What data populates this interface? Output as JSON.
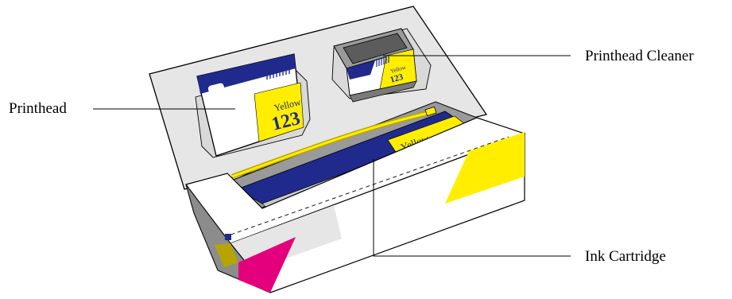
{
  "labels": {
    "printhead": "Printhead",
    "printhead_cleaner": "Printhead Cleaner",
    "ink_cartridge": "Ink Cartridge"
  },
  "printhead_card": {
    "color_word": "Yellow",
    "model_number": "123"
  },
  "cleaner_card": {
    "color_word": "Yellow",
    "model_number": "123"
  },
  "cartridge": {
    "color_word": "Yellow"
  },
  "colors": {
    "yellow": "#ffee00",
    "magenta": "#e4007c",
    "navy": "#1f2a8c",
    "box_white": "#ffffff",
    "tray_gray": "#e6e6e6",
    "well_gray": "#8c8c8c"
  }
}
